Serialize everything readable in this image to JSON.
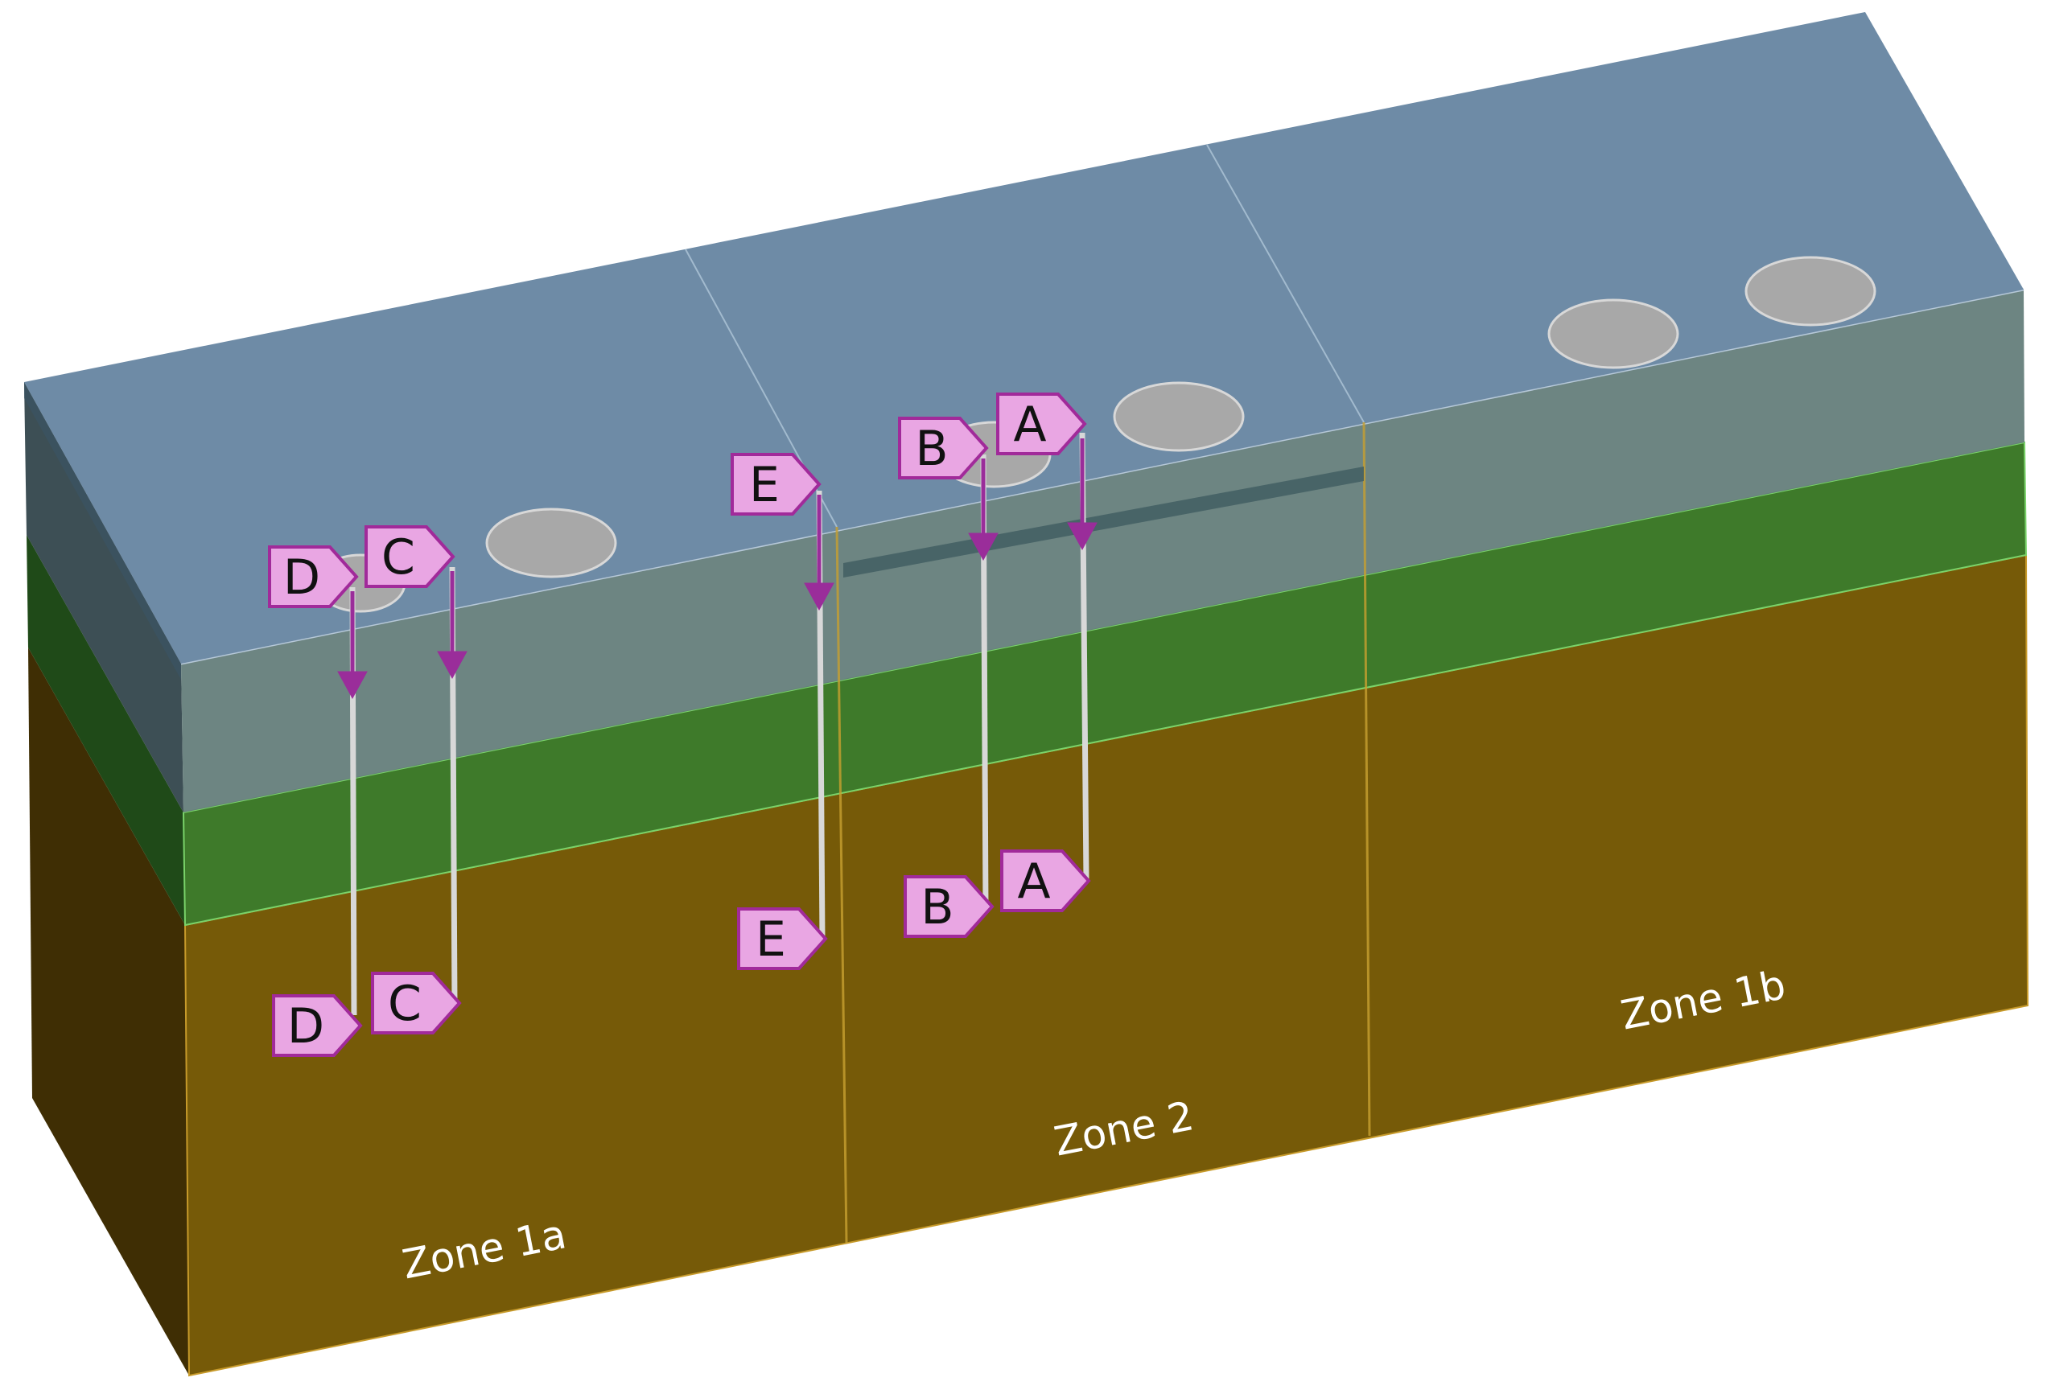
{
  "zones": [
    {
      "id": "zone-1a",
      "label": "Zone 1a"
    },
    {
      "id": "zone-2",
      "label": "Zone 2"
    },
    {
      "id": "zone-1b",
      "label": "Zone 1b"
    }
  ],
  "wells": [
    {
      "id": "A",
      "top_label": "A",
      "bottom_label": "A"
    },
    {
      "id": "B",
      "top_label": "B",
      "bottom_label": "B"
    },
    {
      "id": "C",
      "top_label": "C",
      "bottom_label": "C"
    },
    {
      "id": "D",
      "top_label": "D",
      "bottom_label": "D"
    },
    {
      "id": "E",
      "top_label": "E",
      "bottom_label": "E"
    }
  ],
  "colors": {
    "water": "#6e8ba6",
    "water_side": "#607a78",
    "green_layer": "#3e7a2a",
    "soil": "#765a08",
    "soil_dark": "#3f2e04",
    "tag_fill": "#e9a6e3",
    "tag_stroke": "#a12a9a",
    "arrow": "#9a2d9a",
    "disc": "#a8a8a8"
  }
}
